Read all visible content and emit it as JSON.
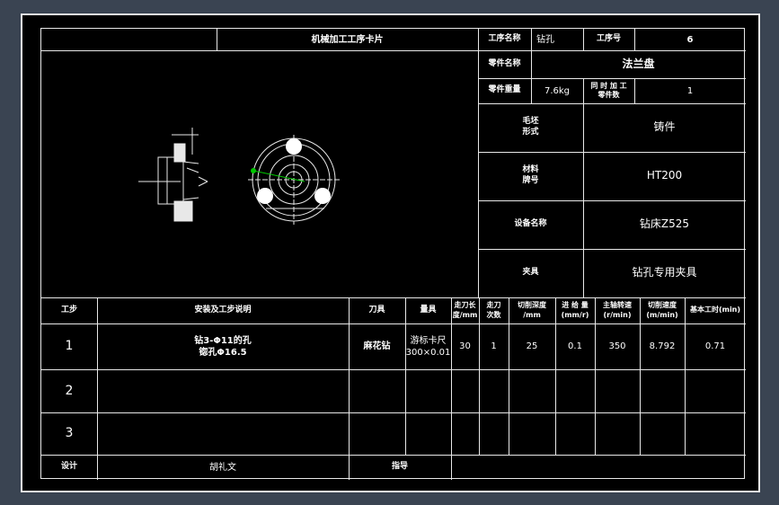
{
  "card": {
    "title": "机械加工工序卡片",
    "process_name_label": "工序名称",
    "process_name": "钻孔",
    "process_no_label": "工序号",
    "process_no": "6",
    "part_name_label": "零件名称",
    "part_name": "法兰盘",
    "part_weight_label": "零件重量",
    "part_weight": "7.6kg",
    "simul_label": "同 时 加 工\n零件数",
    "simul_value": "1",
    "blank_label": "毛坯\n形式",
    "blank_value": "铸件",
    "material_label": "材料\n牌号",
    "material_value": "HT200",
    "equipment_label": "设备名称",
    "equipment_value": "钻床Z525",
    "fixture_label": "夹具",
    "fixture_value": "钻孔专用夹具"
  },
  "table": {
    "headers": [
      "工步",
      "安装及工步说明",
      "刀具",
      "量具",
      "走刀长\n度/mm",
      "走刀\n次数",
      "切削深度\n/mm",
      "进 给 量\n(mm/r)",
      "主轴转速\n(r/min)",
      "切削速度\n(m/min)",
      "基本工时(min)"
    ],
    "rows": [
      [
        "1",
        "钻3-Φ11的孔\n锪孔Φ16.5",
        "麻花钻",
        "游标卡尺\n300×0.01",
        "30",
        "1",
        "25",
        "0.1",
        "350",
        "8.792",
        "0.71"
      ],
      [
        "2",
        "",
        "",
        "",
        "",
        "",
        "",
        "",
        "",
        "",
        ""
      ],
      [
        "3",
        "",
        "",
        "",
        "",
        "",
        "",
        "",
        "",
        "",
        ""
      ]
    ]
  },
  "footer": {
    "design_label": "设计",
    "designer": "胡礼文",
    "guide_label": "指导",
    "guide_value": ""
  },
  "colors": {
    "background": "#3a4452",
    "sheet": "#000000",
    "lines": "#e8e8e8",
    "marker": "#00c800"
  }
}
